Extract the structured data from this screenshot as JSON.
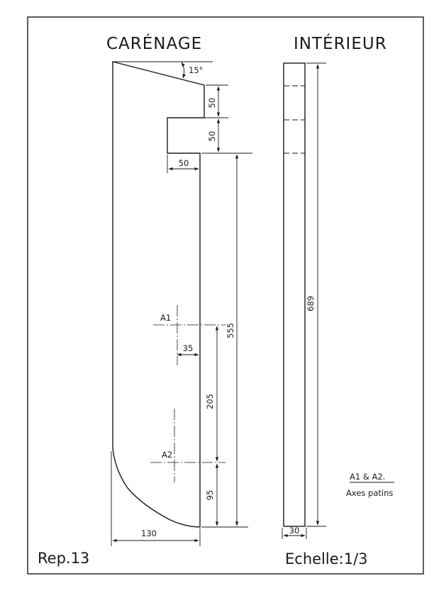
{
  "titles": {
    "left": "CARÉNAGE",
    "right": "INTÉRIEUR"
  },
  "dimensions": {
    "angle": "15°",
    "notch_upper": "50",
    "notch_lower": "50",
    "notch_depth": "50",
    "height_555": "555",
    "offset_35": "35",
    "span_205": "205",
    "bottom_95": "95",
    "width_130": "130",
    "inner_length": "689",
    "inner_width": "30"
  },
  "labels": {
    "axis_a1": "A1",
    "axis_a2": "A2"
  },
  "notes": {
    "axes_title": "A1 & A2.",
    "axes_desc": "Axes patins"
  },
  "footer": {
    "ref": "Rep.13",
    "scale": "Echelle:1/3"
  }
}
